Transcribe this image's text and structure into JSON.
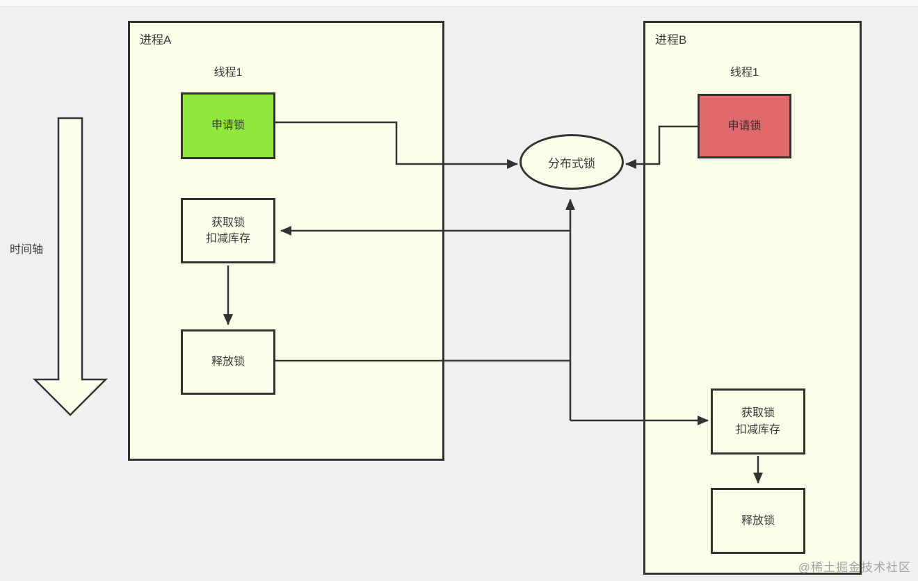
{
  "diagram_title": "distributed-lock-flow",
  "timeline": {
    "label": "时间轴"
  },
  "lock": {
    "label": "分布式锁"
  },
  "process_a": {
    "title": "进程A",
    "thread": "线程1",
    "nodes": {
      "apply": "申请锁",
      "acquire": [
        "获取锁",
        "扣减库存"
      ],
      "release": "释放锁"
    }
  },
  "process_b": {
    "title": "进程B",
    "thread": "线程1",
    "nodes": {
      "apply": "申请锁",
      "acquire": [
        "获取锁",
        "扣减库存"
      ],
      "release": "释放锁"
    }
  },
  "watermark": "@稀土掘金技术社区",
  "colors": {
    "canvas_background": "#f0f0ef",
    "panel_fill": "#fcfeea",
    "apply_lock_a_fill": "#91e83c",
    "apply_lock_b_fill": "#df696b",
    "stroke": "#333333",
    "watermark_text": "#a3a3a3"
  }
}
